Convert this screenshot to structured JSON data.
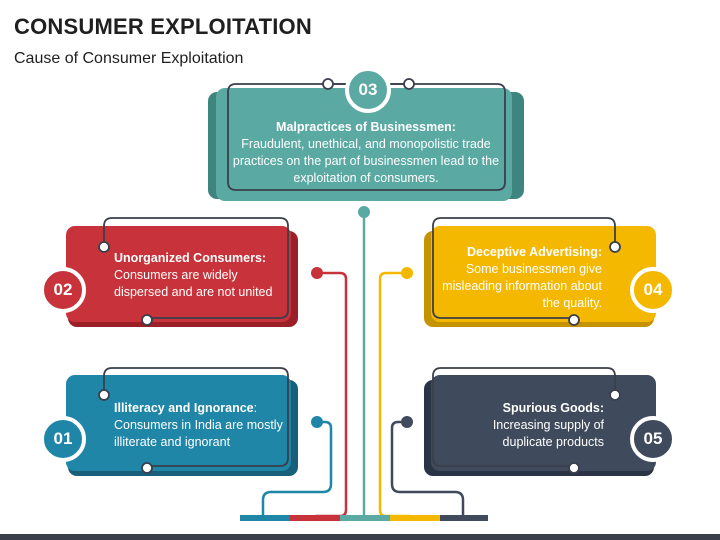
{
  "header": {
    "title": "CONSUMER EXPLOITATION",
    "subtitle": "Cause of Consumer Exploitation"
  },
  "colors": {
    "teal": "#5aa9a2",
    "red": "#c8323a",
    "yellow": "#f5b800",
    "blue": "#1f86a8",
    "slate": "#3f4a5c",
    "line": "#3a3f4b"
  },
  "items": [
    {
      "number": "01",
      "title": "Illiteracy and Ignorance",
      "title_suffix": ":",
      "desc": "Consumers in India are mostly illiterate and ignorant"
    },
    {
      "number": "02",
      "title": "Unorganized Consumers:",
      "title_suffix": "",
      "desc": "Consumers are widely dispersed and are not united"
    },
    {
      "number": "03",
      "title": "Malpractices of Businessmen:",
      "title_suffix": "",
      "desc": "Fraudulent, unethical, and monopolistic trade practices on the part of businessmen lead to the exploitation of consumers."
    },
    {
      "number": "04",
      "title": "Deceptive Advertising:",
      "title_suffix": "",
      "desc": "Some businessmen give misleading information about the quality."
    },
    {
      "number": "05",
      "title": "Spurious Goods:",
      "title_suffix": "",
      "desc": "Increasing supply of duplicate products"
    }
  ]
}
